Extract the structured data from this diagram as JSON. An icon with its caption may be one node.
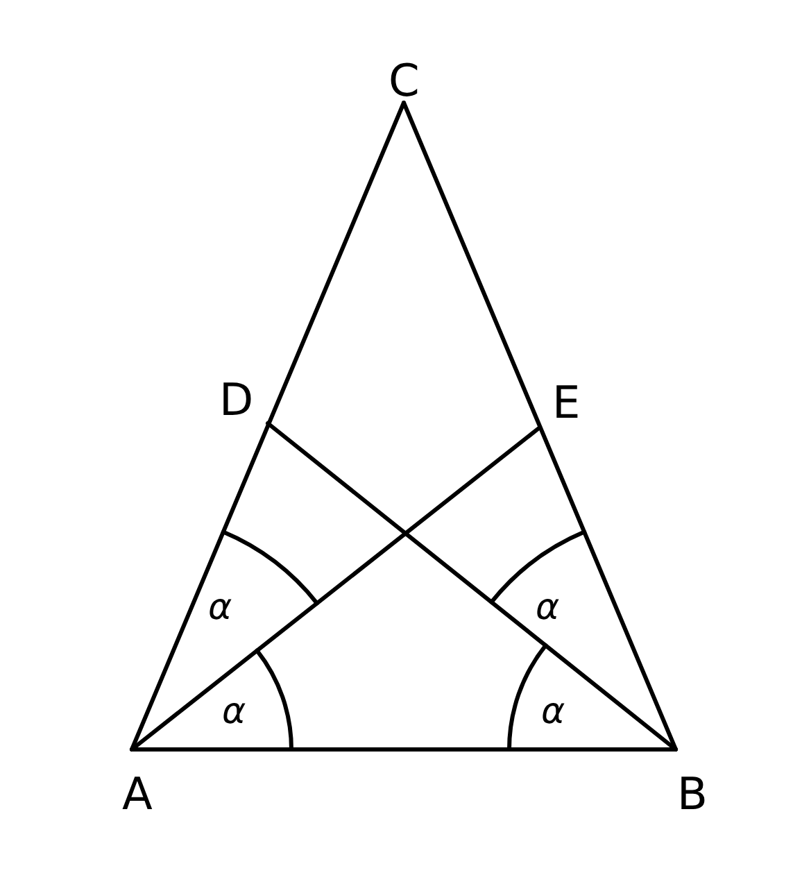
{
  "diagram": {
    "labels": [
      "C",
      "D",
      "E",
      "α",
      "α",
      "α",
      "α",
      "A",
      "B"
    ]
  }
}
